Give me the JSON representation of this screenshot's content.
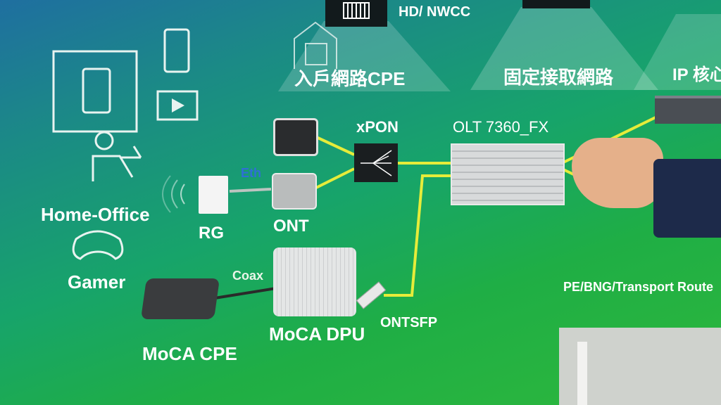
{
  "headers": {
    "top_label": "HD/ NWCC",
    "cpe": "入戶網路CPE",
    "fixed_access": "固定接取網路",
    "ip_core": "IP 核心"
  },
  "home": {
    "home_office": "Home-Office",
    "gamer": "Gamer"
  },
  "devices": {
    "rg": "RG",
    "eth": "Eth",
    "ont": "ONT",
    "xpon": "xPON",
    "olt": "OLT 7360_FX",
    "coax": "Coax",
    "moca_cpe": "MoCA CPE",
    "moca_dpu": "MoCA DPU",
    "ontsfp": "ONTSFP",
    "pe": "PE/BNG/Transport Route"
  },
  "colors": {
    "link": "#e6ec3a",
    "eth_link": "#bcc4c0",
    "coax_link": "#2a2a2a",
    "text": "#ffffff",
    "eth_text": "#2f6fd6"
  }
}
